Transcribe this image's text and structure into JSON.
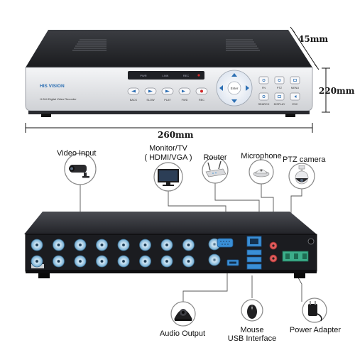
{
  "front_panel": {
    "brand": "HIS VISION",
    "model_caption": "H.264 Digital Video Recorder",
    "indicators": [
      "PWR",
      "LINK",
      "REC"
    ],
    "playback_buttons": [
      "BACK",
      "SLOW",
      "PLAY",
      "FWD",
      "REC"
    ],
    "dpad_center": "Enter",
    "side_buttons": [
      "FN",
      "PTZ",
      "MENU",
      "SEARCH",
      "DISPLAY",
      "ESC"
    ]
  },
  "dimensions": {
    "depth": "45mm",
    "height": "220mm",
    "width": "260mm"
  },
  "connections": {
    "video_input": "Video Input",
    "monitor_line1": "Monitor/TV",
    "monitor_line2": "( HDMI/VGA )",
    "router": "Router",
    "microphone": "Microphone",
    "ptz_camera": "PTZ camera",
    "audio_output": "Audio Output",
    "mouse_line1": "Mouse",
    "mouse_line2": "USB Interface",
    "power_adapter": "Power Adapter"
  },
  "colors": {
    "panel_silver": "#e6e7ea",
    "panel_dark": "#1b1c20",
    "bnc_blue": "#7fb9dc",
    "port_blue": "#3a8fd6",
    "terminal_green": "#3cae8a"
  }
}
